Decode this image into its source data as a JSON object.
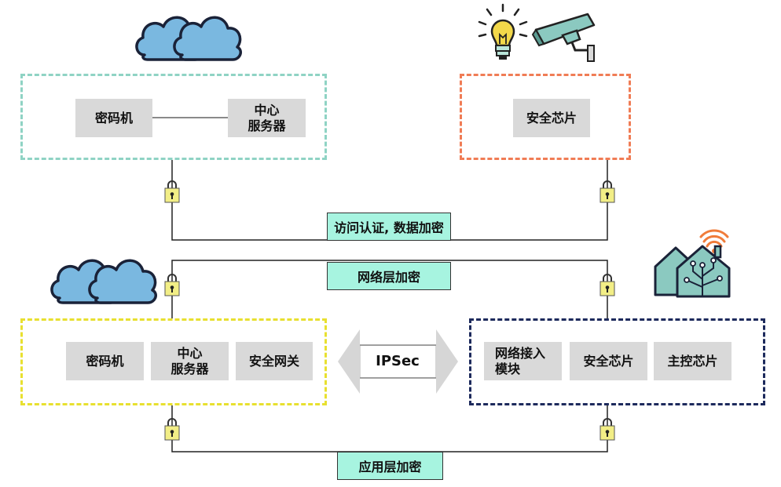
{
  "top_left_group": {
    "box1": "密码机",
    "box2": "中心\n服务器"
  },
  "top_right_group": {
    "box1": "安全芯片"
  },
  "bottom_left_group": {
    "box1": "密码机",
    "box2": "中心\n服务器",
    "box3": "安全网关"
  },
  "bottom_right_group": {
    "box1": "网络接入\n模块",
    "box2": "安全芯片",
    "box3": "主控芯片"
  },
  "links": {
    "auth": "访问认证, 数据加密",
    "network": "网络层加密",
    "ipsec": "IPSec",
    "application": "应用层加密"
  },
  "icons": [
    "cloud-icon",
    "light-bulb-icon",
    "security-camera-icon",
    "smart-home-icon",
    "padlock-icon"
  ],
  "colors": {
    "teal_border": "#8fd3c4",
    "orange_border": "#f07c55",
    "yellow_border": "#e8e030",
    "navy_border": "#1d2a5c",
    "link_fill": "#a7f4e0",
    "node_fill": "#d9d9d9",
    "cloud_fill": "#7ab8e0",
    "lock_fill": "#f2ee86"
  }
}
